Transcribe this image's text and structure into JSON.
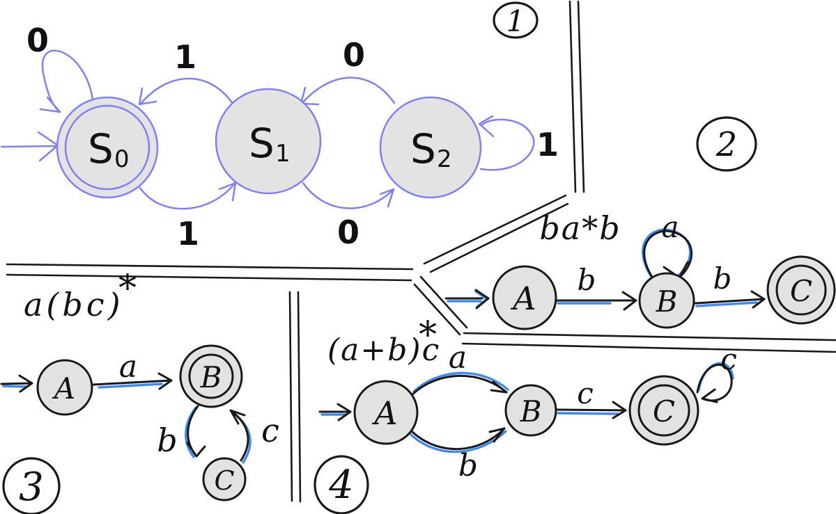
{
  "palette": {
    "region1_stroke": "#8080f0",
    "ink": "#181818",
    "highlight_blue": "#4289e8",
    "state_fill": "#e3e3e3",
    "background": "#ffffff",
    "label_color": "#111111"
  },
  "regions": {
    "r1": {
      "badge": "1",
      "states": [
        {
          "base": "S",
          "sub": "0"
        },
        {
          "base": "S",
          "sub": "1"
        },
        {
          "base": "S",
          "sub": "2"
        }
      ],
      "labels": {
        "s0_self_loop": "0",
        "s1_to_s0": "1",
        "s2_to_s1": "0",
        "s0_to_s1": "1",
        "s1_to_s2": "0",
        "s2_self_loop": "1"
      }
    },
    "r2": {
      "badge": "2",
      "expression": "ba*b",
      "states": {
        "start": "A",
        "mid": "B",
        "accept": "C"
      },
      "labels": {
        "a_to_b": "b",
        "b_self_loop": "a",
        "b_to_c": "b"
      }
    },
    "r3": {
      "badge": "3",
      "expression_base": "a(bc)",
      "expression_star": "*",
      "states": {
        "start": "A",
        "accept": "B",
        "loop": "C"
      },
      "labels": {
        "a_to_b": "a",
        "b_to_c": "b",
        "c_to_b": "c"
      }
    },
    "r4": {
      "badge": "4",
      "expression_base": "(a+b)c",
      "expression_star": "*",
      "states": {
        "start": "A",
        "mid": "B",
        "accept": "C"
      },
      "labels": {
        "a_to_b_top": "a",
        "a_to_b_bottom": "b",
        "b_to_c": "c",
        "c_self_loop": "c"
      }
    }
  }
}
